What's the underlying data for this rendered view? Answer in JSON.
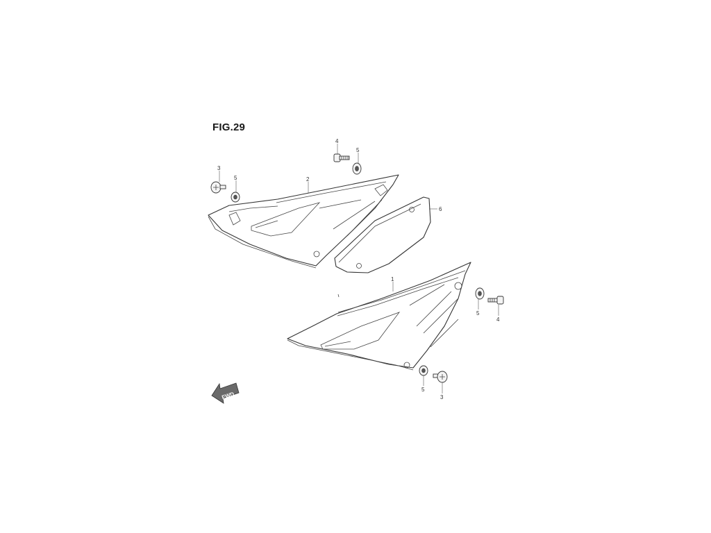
{
  "figure": {
    "title": "FIG.29",
    "fwd_label": "FWD"
  },
  "callouts": {
    "c1": "1",
    "c2": "2",
    "c3a": "3",
    "c3b": "3",
    "c4a": "4",
    "c4b": "4",
    "c5a": "5",
    "c5b": "5",
    "c5c": "5",
    "c5d": "5",
    "c6": "6"
  }
}
